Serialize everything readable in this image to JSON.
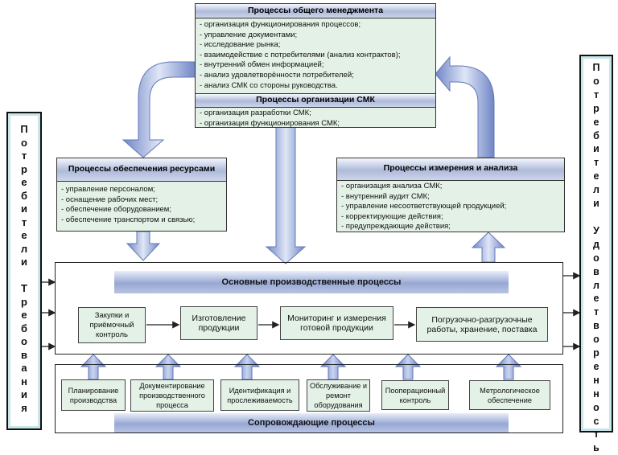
{
  "left_side": {
    "text": "Потребители Требования"
  },
  "right_side": {
    "text": "Потребители Удовлетворенность"
  },
  "general_management": {
    "title": "Процессы общего менеджмента",
    "items": [
      "- организация функционирования процессов;",
      "- управление документами;",
      "- исследование рынка;",
      "- взаимодействие с потребителями (анализ контрактов);",
      "- внутренний обмен информацией;",
      "- анализ удовлетворённости потребителей;",
      "- анализ СМК со стороны руководства."
    ]
  },
  "qms_organization": {
    "title": "Процессы организации СМК",
    "items": [
      "- организация разработки СМК;",
      "- организация функционирования СМК;"
    ]
  },
  "resource_processes": {
    "title": "Процессы обеспечения ресурсами",
    "items": [
      "- управление персоналом;",
      "- оснащение рабочих мест;",
      "- обеспечение оборудованием;",
      "- обеспечение транспортом и связью;"
    ]
  },
  "measurement_processes": {
    "title": "Процессы измерения и анализа",
    "items": [
      "- организация анализа СМК;",
      "- внутренний аудит СМК;",
      "- управление несоответствующей продукцией;",
      "- корректирующие действия;",
      "- предупреждающие действия;"
    ]
  },
  "main_processes": {
    "title": "Основные производственные процессы",
    "steps": [
      "Закупки и приёмочный контроль",
      "Изготовление продукции",
      "Мониторинг и измерения готовой продукции",
      "Погрузочно-разгрузочные работы, хранение, поставка"
    ]
  },
  "support_processes": {
    "title": "Сопровождающие процессы",
    "items": [
      "Планирование производства",
      "Документирование производственного процесса",
      "Идентификация и прослеживаемость",
      "Обслуживание и ремонт оборудования",
      "Пооперационный контроль",
      "Метрологическое обеспечение"
    ]
  },
  "colors": {
    "box_fill": "#e3f1e6",
    "header_blue": "#aebad9",
    "arrow_blue": "#8fa3d6",
    "side_inner": "#c7e6ea"
  }
}
